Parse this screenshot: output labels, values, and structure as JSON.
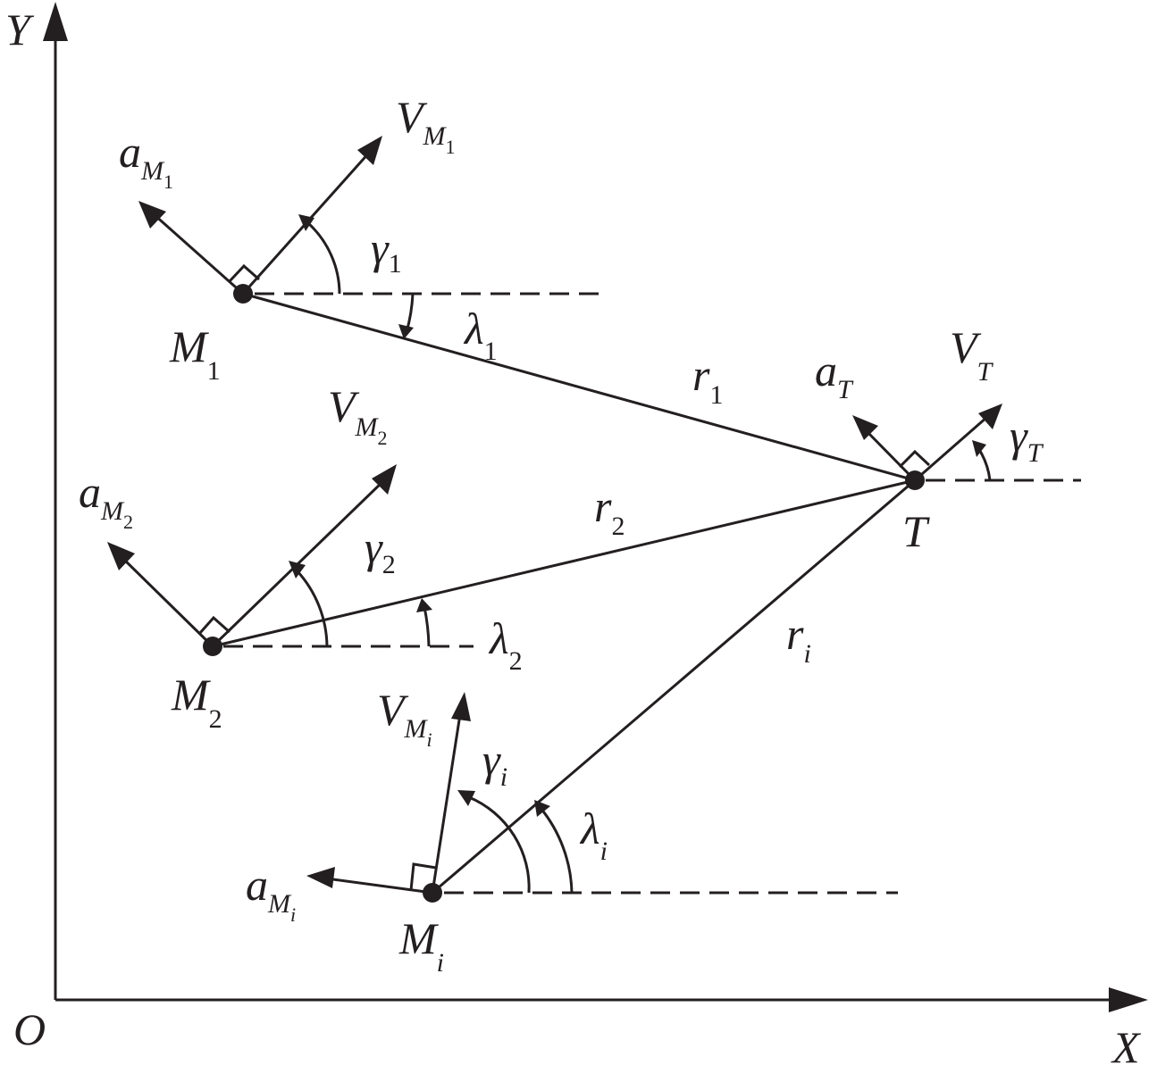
{
  "axes": {
    "origin": "O",
    "x": "X",
    "y": "Y"
  },
  "missile_1": {
    "name": "M",
    "index": "1",
    "velocity": "V",
    "accel": "a",
    "flight_angle": "γ",
    "los_angle": "λ",
    "range": "r"
  },
  "missile_2": {
    "name": "M",
    "index": "2",
    "velocity": "V",
    "accel": "a",
    "flight_angle": "γ",
    "los_angle": "λ",
    "range": "r"
  },
  "missile_i": {
    "name": "M",
    "index": "i",
    "velocity": "V",
    "accel": "a",
    "flight_angle": "γ",
    "los_angle": "λ",
    "range": "r"
  },
  "target": {
    "name": "T",
    "velocity": "V",
    "accel": "a",
    "flight_angle": "γ",
    "index": "T"
  },
  "colors": {
    "ink": "#231f20",
    "background": "#ffffff"
  }
}
